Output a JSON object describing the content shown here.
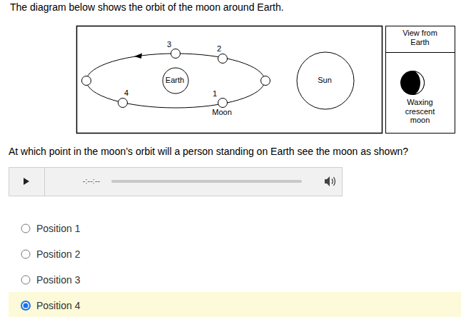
{
  "diagram": {
    "title": "The diagram below shows the orbit of the moon around Earth.",
    "nodes": [
      {
        "text": [
          "Earth"
        ]
      },
      {
        "text": [
          "Sun"
        ]
      },
      {
        "text": [
          "View from Earth",
          "Waxing crescent moon"
        ]
      }
    ],
    "labels": [
      "3",
      "2",
      "1",
      "4",
      "Moon",
      "At which point in the moon’s orbit will a person standing on Earth see the moon as shown?",
      "-:--:--",
      "Position 1",
      "Position 2",
      "Position 3",
      "Position 4"
    ]
  }
}
